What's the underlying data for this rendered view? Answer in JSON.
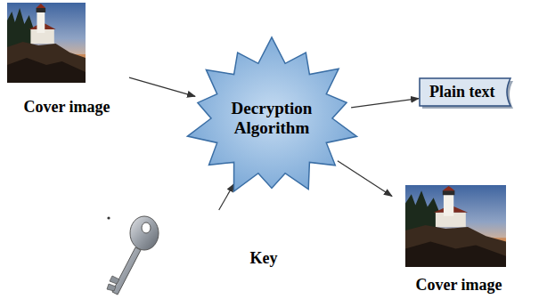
{
  "diagram": {
    "nodes": [
      {
        "text": [
          "Cover image"
        ]
      },
      {
        "text": [
          "Key"
        ]
      },
      {
        "text": [
          "Decryption Algorithm"
        ]
      },
      {
        "text": [
          "Plain text"
        ]
      },
      {
        "text": [
          "Cover image"
        ]
      }
    ],
    "edges": [
      {
        "from": 0,
        "to": 2,
        "arrow": "to"
      },
      {
        "from": 1,
        "to": 2,
        "arrow": "to"
      },
      {
        "from": 2,
        "to": 3,
        "arrow": "to"
      },
      {
        "from": 2,
        "to": 4,
        "arrow": "to"
      }
    ]
  }
}
